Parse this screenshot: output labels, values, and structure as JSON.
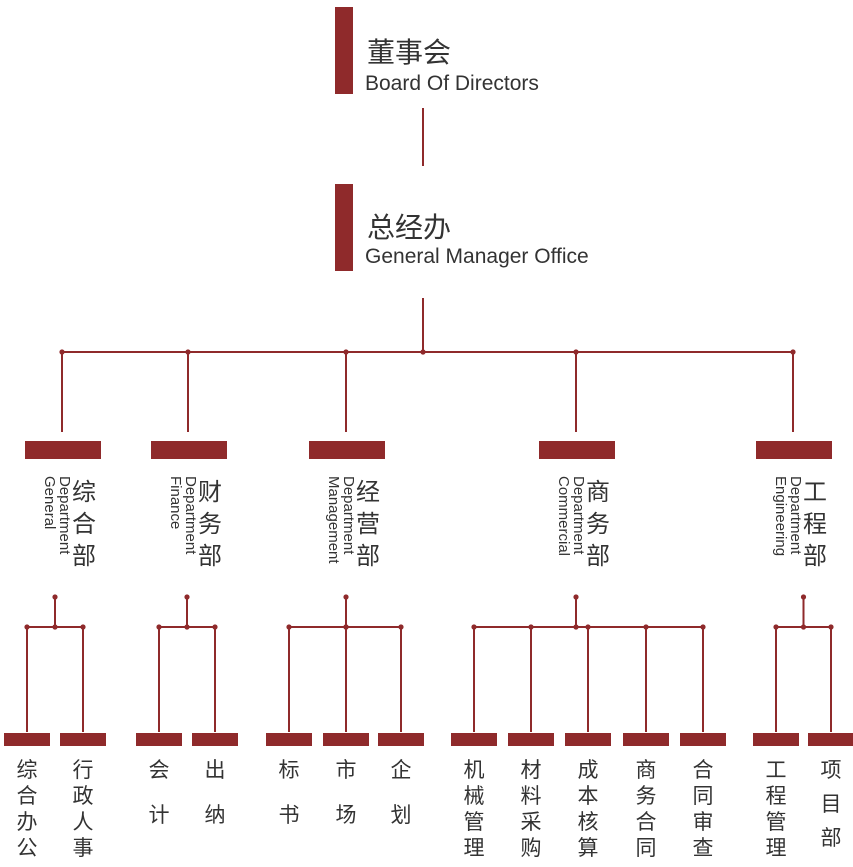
{
  "colors": {
    "accent": "#8f2a2b",
    "text": "#333333",
    "background": "#ffffff"
  },
  "top": [
    {
      "zh": "董事会",
      "en": "Board Of Directors"
    },
    {
      "zh": "总经办",
      "en": "General Manager Office"
    }
  ],
  "departments": [
    {
      "zh": "综合部",
      "en": [
        "General",
        "Department"
      ],
      "subs": [
        "综合办公",
        "行政人事"
      ]
    },
    {
      "zh": "财务部",
      "en": [
        "Finance",
        "Department"
      ],
      "subs": [
        "会计",
        "出纳"
      ]
    },
    {
      "zh": "经营部",
      "en": [
        "Management",
        "Department"
      ],
      "subs": [
        "标书",
        "市场",
        "企划"
      ]
    },
    {
      "zh": "商务部",
      "en": [
        "Commercial",
        "Department"
      ],
      "subs": [
        "机械管理",
        "材料采购",
        "成本核算",
        "商务合同",
        "合同审查"
      ]
    },
    {
      "zh": "工程部",
      "en": [
        "Engineering",
        "Department"
      ],
      "subs": [
        "工程管理",
        "项目部"
      ]
    }
  ]
}
